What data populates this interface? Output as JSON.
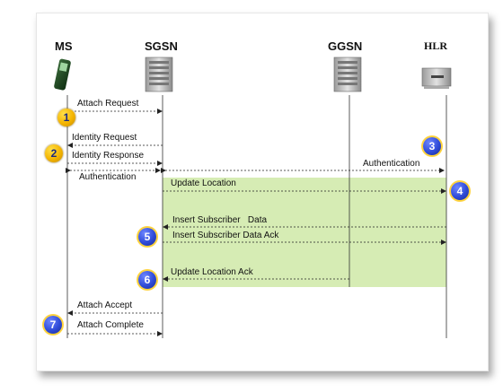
{
  "nodes": {
    "ms": "MS",
    "sgsn": "SGSN",
    "ggsn": "GGSN",
    "hlr": "HLR"
  },
  "messages": {
    "attach_request": "Attach Request",
    "identity_request": "Identity Request",
    "identity_response": "Identity Response",
    "authentication_ms": "Authentication",
    "authentication_hlr": "Authentication",
    "update_location": "Update Location",
    "insert_subscriber_data": "Insert Subscriber   Data",
    "insert_subscriber_data_ack": "Insert Subscriber Data Ack",
    "update_location_ack": "Update Location Ack",
    "attach_accept": "Attach Accept",
    "attach_complete": "Attach Complete"
  },
  "steps": [
    "1",
    "2",
    "3",
    "4",
    "5",
    "6",
    "7"
  ],
  "colors": {
    "highlight": "#d6ecb4",
    "step_yellow": "#f4b400",
    "step_blue": "#2f4bd8"
  }
}
